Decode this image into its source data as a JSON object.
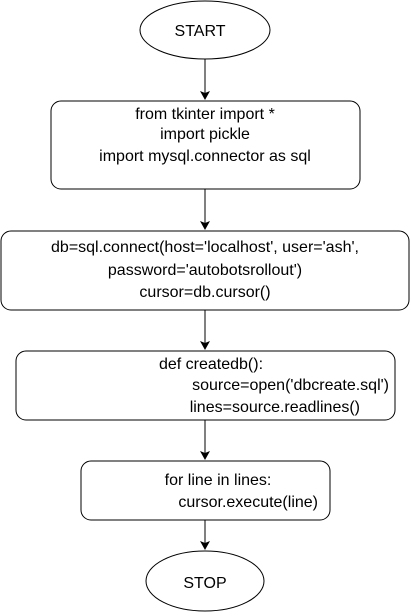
{
  "diagram": {
    "nodes": [
      {
        "id": "start",
        "shape": "ellipse",
        "lines": [
          "START"
        ]
      },
      {
        "id": "imports",
        "shape": "rounded-rect",
        "lines": [
          "from tkinter import *",
          "import pickle",
          "import mysql.connector as sql"
        ]
      },
      {
        "id": "connect",
        "shape": "rounded-rect",
        "lines": [
          "db=sql.connect(host='localhost', user='ash',",
          "password='autobotsrollout')",
          "cursor=db.cursor()"
        ]
      },
      {
        "id": "createdb",
        "shape": "rounded-rect",
        "lines": [
          "def createdb():",
          "source=open('dbcreate.sql')",
          "lines=source.readlines()"
        ]
      },
      {
        "id": "loop",
        "shape": "rounded-rect",
        "lines": [
          "for line in lines:",
          "cursor.execute(line)"
        ]
      },
      {
        "id": "stop",
        "shape": "ellipse",
        "lines": [
          "STOP"
        ]
      }
    ],
    "edges": [
      {
        "from": "start",
        "to": "imports"
      },
      {
        "from": "imports",
        "to": "connect"
      },
      {
        "from": "connect",
        "to": "createdb"
      },
      {
        "from": "createdb",
        "to": "loop"
      },
      {
        "from": "loop",
        "to": "stop"
      }
    ],
    "colors": {
      "stroke": "#000000",
      "fill": "#ffffff",
      "text": "#000000"
    }
  }
}
